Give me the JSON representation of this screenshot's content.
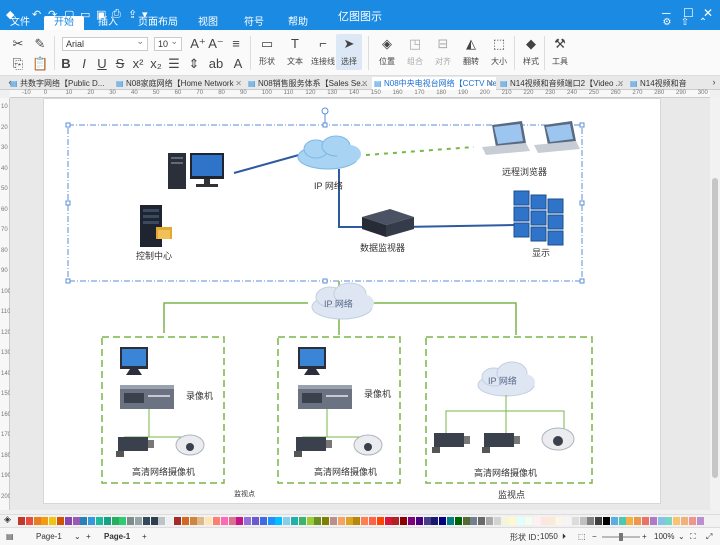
{
  "titlebar": {
    "title": "亿图图示",
    "menu_tabs": [
      "文件",
      "开始",
      "插入",
      "页面布局",
      "视图",
      "符号",
      "帮助"
    ],
    "active_tab": "开始"
  },
  "toolbar": {
    "font_name": "Arial",
    "font_size": "10",
    "big_buttons": [
      {
        "label": "形状"
      },
      {
        "label": "文本"
      },
      {
        "label": "连接线"
      },
      {
        "label": "选择"
      },
      {
        "label": "位置"
      },
      {
        "label": "组合"
      },
      {
        "label": "对齐"
      },
      {
        "label": "翻转"
      },
      {
        "label": "大小"
      },
      {
        "label": "样式"
      },
      {
        "label": "工具"
      }
    ]
  },
  "doc_tabs": [
    "共数字网络【Public D...",
    "N08家庭网络【Home Network",
    "N08销售服务体系【Sales Se...",
    "N08中央电视台网络【CCTV Ne",
    "N14视频和音频端口2【Video ...",
    "N14视频和音"
  ],
  "active_doc_tab": 3,
  "ruler": {
    "h_ticks": [
      "-10",
      "0",
      "10",
      "20",
      "30",
      "40",
      "50",
      "60",
      "70",
      "80",
      "90",
      "100",
      "110",
      "120",
      "130",
      "140",
      "150",
      "160",
      "170",
      "180",
      "190",
      "200",
      "210",
      "220",
      "230",
      "240",
      "250",
      "260",
      "270",
      "280",
      "290",
      "300"
    ],
    "v_ticks": [
      "10",
      "20",
      "30",
      "40",
      "50",
      "60",
      "70",
      "80",
      "90",
      "100",
      "110",
      "120",
      "130",
      "140",
      "150",
      "160",
      "170",
      "180",
      "190",
      "200"
    ]
  },
  "diagram": {
    "labels": {
      "ip_top": "IP 网络",
      "remote_browser": "远程浏览器",
      "control_center": "控制中心",
      "data_monitor": "数据监视器",
      "display": "显示",
      "ip_mid": "IP 网络",
      "recorder_1": "录像机",
      "recorder_2": "录像机",
      "ip_right": "IP 网络",
      "camera_1": "高清网络摄像机",
      "camera_2": "高清网络摄像机",
      "camera_3": "高清网络摄像机",
      "monitor_point_1": "监视点",
      "monitor_point_2": "监视点"
    }
  },
  "status": {
    "page_selector": "Page-1",
    "page_tab": "Page-1",
    "shape_id_label": "形状 ID：",
    "shape_id": "1050",
    "zoom": "100%"
  },
  "colors": {
    "accent": "#1b8ae3",
    "palette": [
      "#c0392b",
      "#e74c3c",
      "#e67e22",
      "#f39c12",
      "#f1c40f",
      "#d35400",
      "#8e44ad",
      "#9b59b6",
      "#2980b9",
      "#3498db",
      "#1abc9c",
      "#16a085",
      "#27ae60",
      "#2ecc71",
      "#7f8c8d",
      "#95a5a6",
      "#34495e",
      "#2c3e50",
      "#bdc3c7",
      "#ecf0f1",
      "#a52a2a",
      "#d2691e",
      "#cd853f",
      "#deb887",
      "#ffe4b5",
      "#fa8072",
      "#ff69b4",
      "#db7093",
      "#c71585",
      "#9370db",
      "#6a5acd",
      "#4169e1",
      "#1e90ff",
      "#00bfff",
      "#87ceeb",
      "#20b2aa",
      "#3cb371",
      "#9acd32",
      "#6b8e23",
      "#808000",
      "#bc8f8f",
      "#f4a460",
      "#daa520",
      "#b8860b",
      "#ff7f50",
      "#ff6347",
      "#ff4500",
      "#dc143c",
      "#b22222",
      "#8b0000",
      "#800080",
      "#4b0082",
      "#483d8b",
      "#191970",
      "#000080",
      "#008080",
      "#006400",
      "#556b2f",
      "#708090",
      "#696969",
      "#a9a9a9",
      "#d3d3d3",
      "#f5f5dc",
      "#fffacd",
      "#e0ffff",
      "#f0fff0",
      "#fff0f5",
      "#ffe4e1",
      "#faebd7",
      "#fdf5e6",
      "#f5f5f5",
      "#dcdcdc",
      "#c0c0c0",
      "#808080",
      "#404040",
      "#000000",
      "#5dade2",
      "#48c9b0",
      "#f5b041",
      "#eb984e",
      "#ec7063",
      "#af7ac5",
      "#85c1e9",
      "#76d7c4",
      "#f8c471",
      "#f0b27a",
      "#f1948a",
      "#bb8fce"
    ]
  }
}
